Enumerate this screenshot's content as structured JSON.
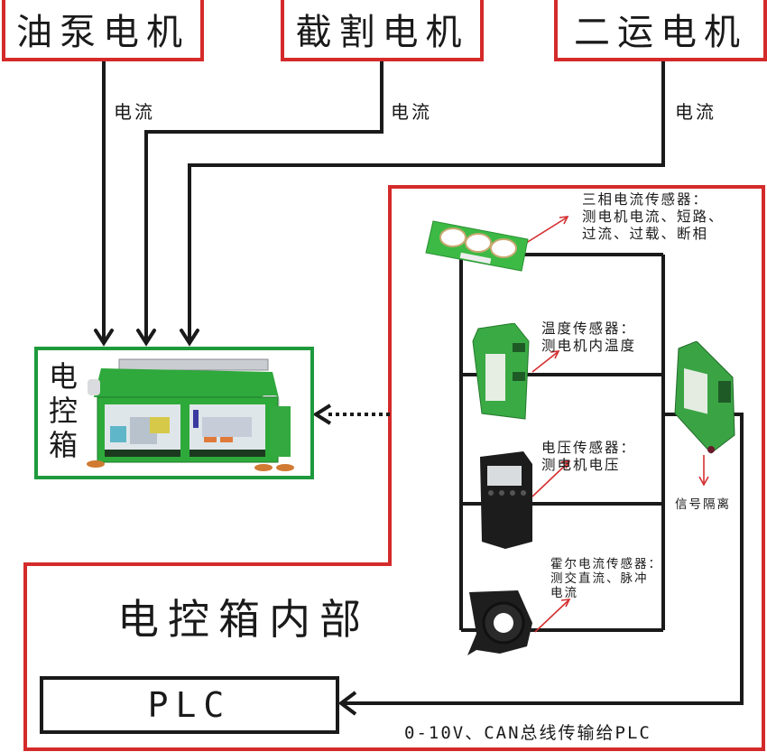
{
  "motors": [
    {
      "name": "油泵电机",
      "signal": "电流"
    },
    {
      "name": "截割电机",
      "signal": "电流"
    },
    {
      "name": "二运电机",
      "signal": "电流"
    }
  ],
  "cabinet": {
    "label": "电控箱",
    "interior_title": "电控箱内部"
  },
  "sensors": [
    {
      "id": "three-phase-current",
      "title": "三相电流传感器：",
      "desc_lines": [
        "测电机电流、短路、",
        "过流、过载、断相"
      ]
    },
    {
      "id": "temperature",
      "title": "温度传感器：",
      "desc_lines": [
        "测电机内温度"
      ]
    },
    {
      "id": "voltage",
      "title": "电压传感器：",
      "desc_lines": [
        "测电机电压"
      ]
    },
    {
      "id": "hall-current",
      "title": "霍尔电流传感器：",
      "desc_lines": [
        "测交直流、脉冲",
        "电流"
      ]
    }
  ],
  "isolator": {
    "label": "信号隔离"
  },
  "plc": {
    "label": "PLC"
  },
  "bus": {
    "label": "0-10V、CAN总线传输给PLC"
  },
  "colors": {
    "motor_border": "#d42a2a",
    "interior_border": "#d42a2a",
    "cabinet_border": "#1e9a3c",
    "wire": "#1a1a1a",
    "pointer_arrow": "#d43030",
    "device_green": "#3db84a",
    "device_dark": "#1c1c1c"
  }
}
